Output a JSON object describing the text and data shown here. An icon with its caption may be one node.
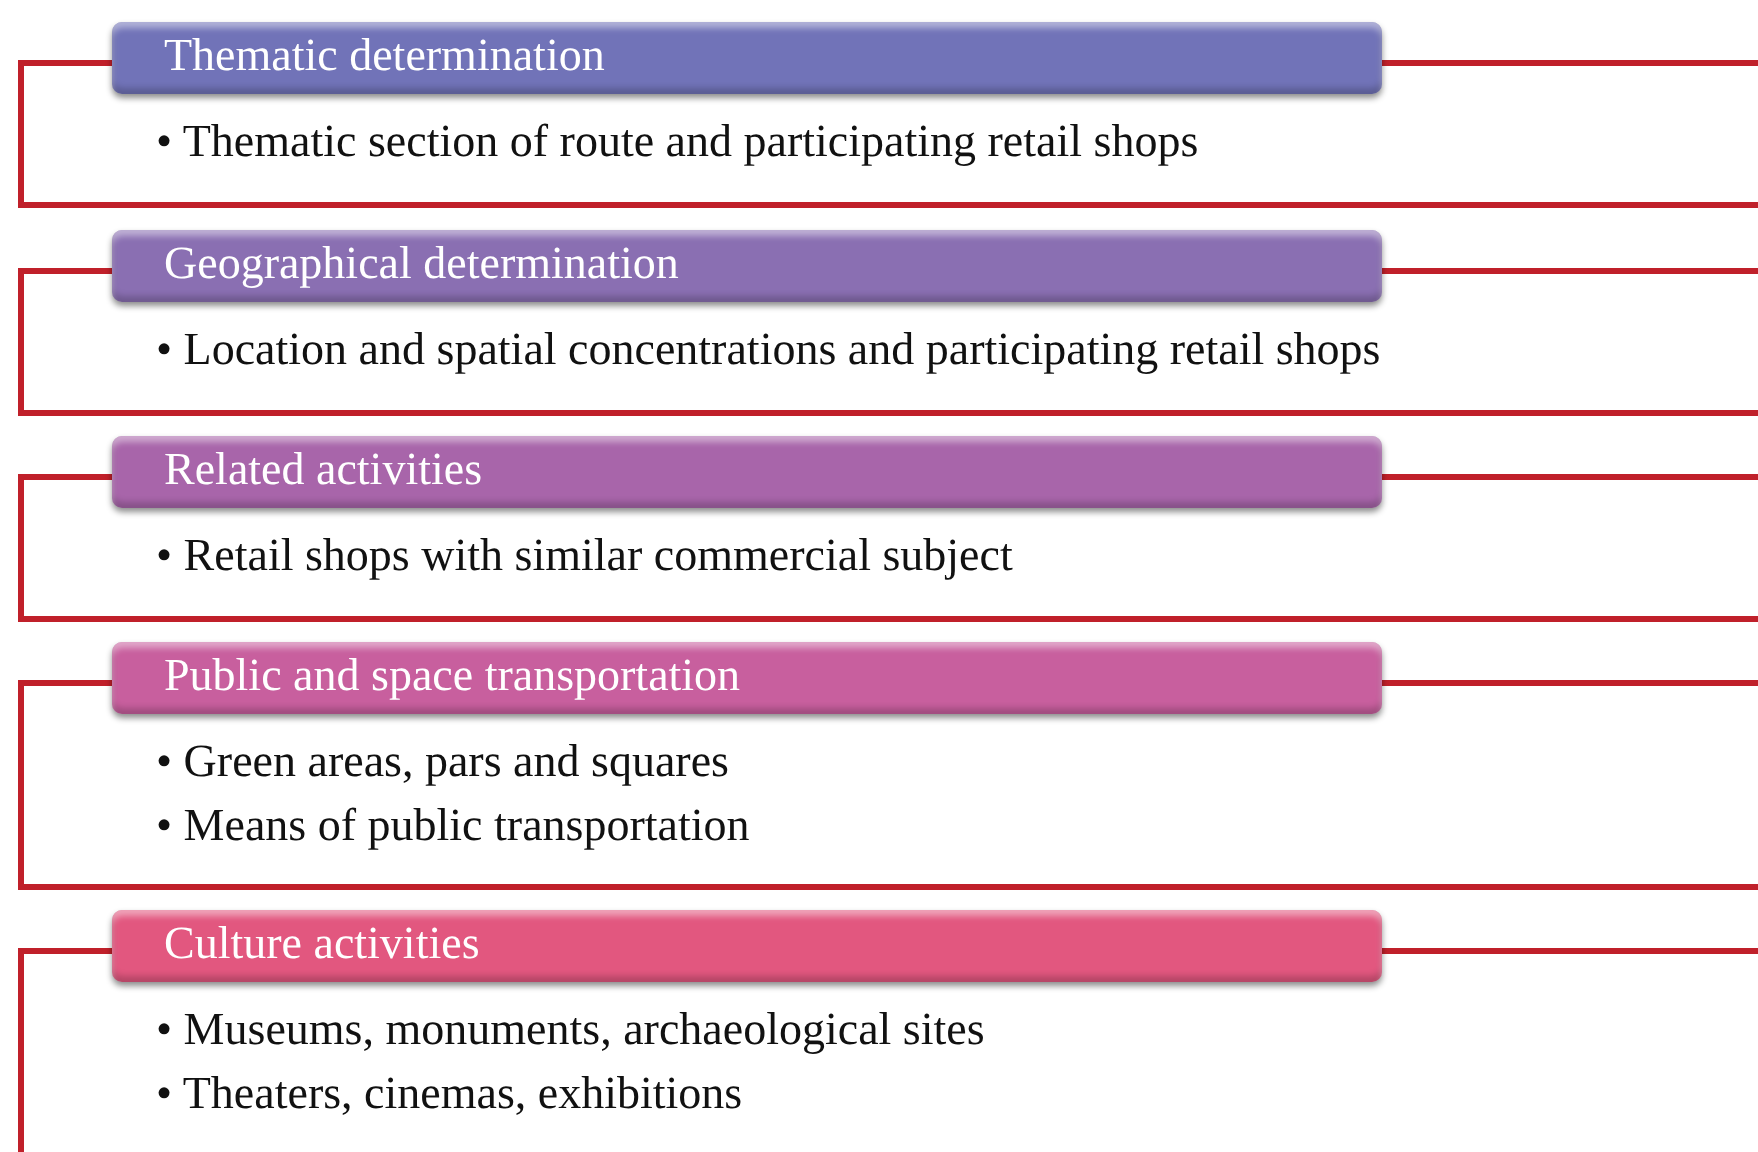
{
  "diagram": {
    "nodes": [
      {
        "text": [
          "Thematic determination",
          "• Thematic section of route and participating retail shops"
        ]
      },
      {
        "text": [
          "Geographical determination",
          "• Location and spatial concentrations and participating retail shops"
        ]
      },
      {
        "text": [
          "Related activities",
          "• Retail shops with similar commercial subject"
        ]
      },
      {
        "text": [
          "Public and space transportation",
          "• Green areas, pars and squares",
          "• Means of public transportation"
        ]
      },
      {
        "text": [
          "Culture activities",
          "• Museums, monuments, archaeological sites",
          "• Theaters, cinemas, exhibitions"
        ]
      }
    ]
  }
}
